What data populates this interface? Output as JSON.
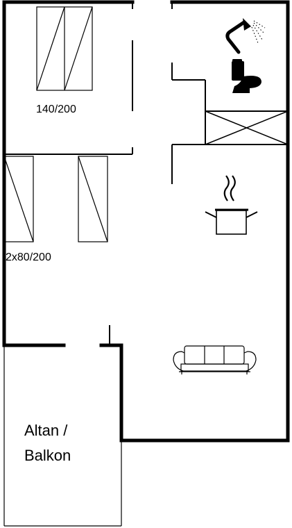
{
  "floorplan": {
    "labels": {
      "bed_double": "140/200",
      "bed_twin": "2x80/200",
      "balcony_line1": "Altan /",
      "balcony_line2": "Balkon"
    },
    "icons": [
      "shower-icon",
      "toilet-icon",
      "stairs-icon",
      "cooking-pot-icon",
      "sofa-icon"
    ],
    "colors": {
      "wall": "#000000",
      "background": "#ffffff"
    }
  }
}
